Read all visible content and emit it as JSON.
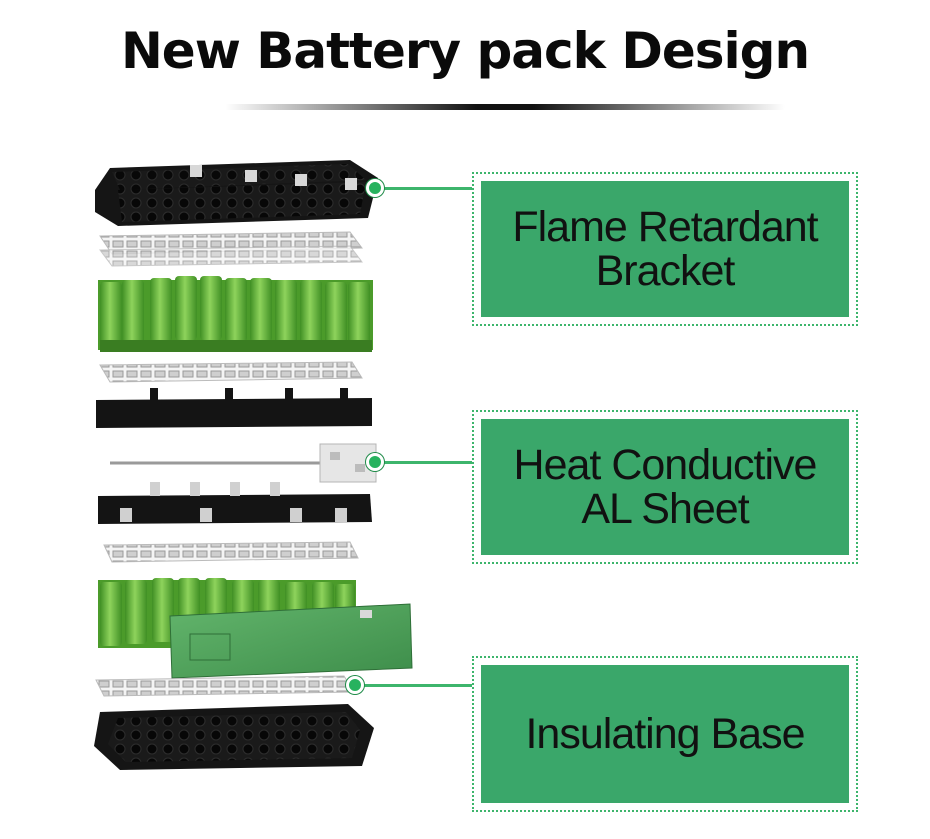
{
  "title": "New Battery pack Design",
  "labels": [
    {
      "line1": "Flame Retardant",
      "line2": "Bracket"
    },
    {
      "line1": "Heat Conductive",
      "line2": "AL Sheet"
    },
    {
      "line1": "Insulating Base",
      "line2": ""
    }
  ],
  "colors": {
    "label_fill": "#3aa76a",
    "label_border": "#3db56c",
    "cell_green": "#5fb83a",
    "bracket_black": "#141414",
    "pcb_green": "#4fa35a"
  }
}
